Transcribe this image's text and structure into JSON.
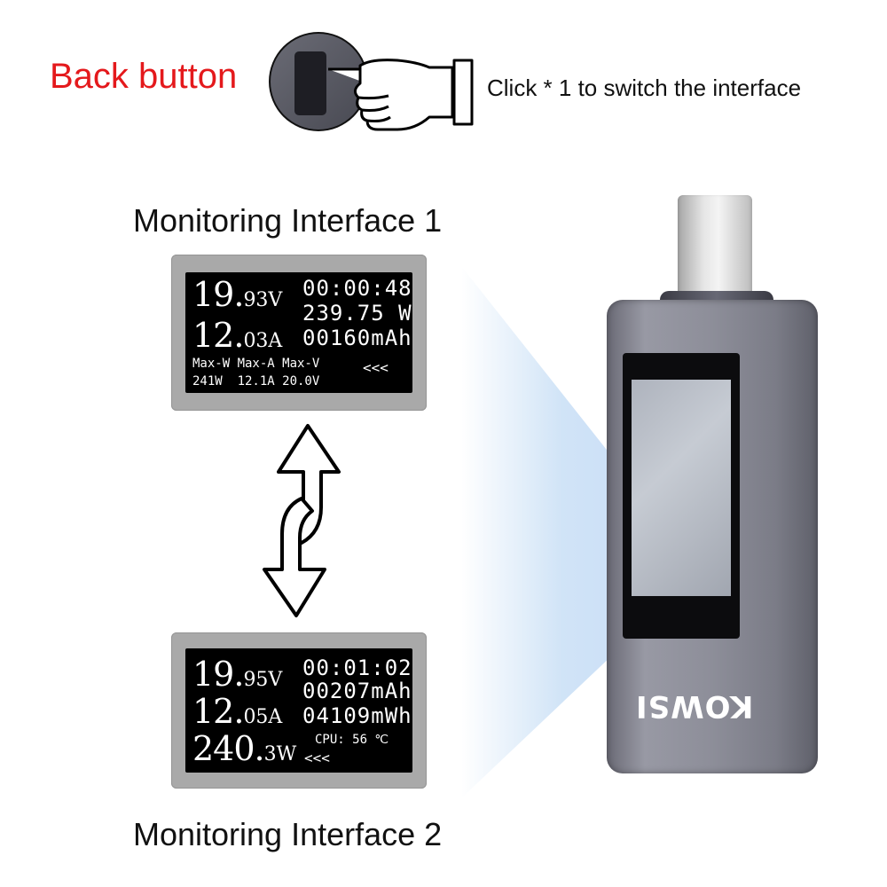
{
  "header": {
    "back_label": "Back button",
    "click_label": "Click * 1 to switch the interface"
  },
  "interface1": {
    "title": "Monitoring Interface 1",
    "voltage_int": "19.",
    "voltage_dec": "93V",
    "current_int": "12.",
    "current_dec": "03A",
    "time": "00:00:48",
    "power": "239.75 W",
    "capacity": "00160mAh",
    "max_labels": "Max-W Max-A Max-V",
    "max_values": "241W  12.1A 20.0V",
    "arrows": "<<<"
  },
  "interface2": {
    "title": "Monitoring Interface 2",
    "voltage_int": "19.",
    "voltage_dec": "95V",
    "current_int": "12.",
    "current_dec": "05A",
    "power_int": "240.",
    "power_dec": "3W",
    "time": "00:01:02",
    "capacity": "00207mAh",
    "energy": "04109mWh",
    "cpu": "CPU: 56 ℃",
    "arrows": "<<<"
  },
  "device": {
    "brand": "KOWSI"
  },
  "icons": [
    "back-button-icon",
    "pointing-hand-icon",
    "swap-arrows-icon",
    "usb-c-tester-device"
  ]
}
